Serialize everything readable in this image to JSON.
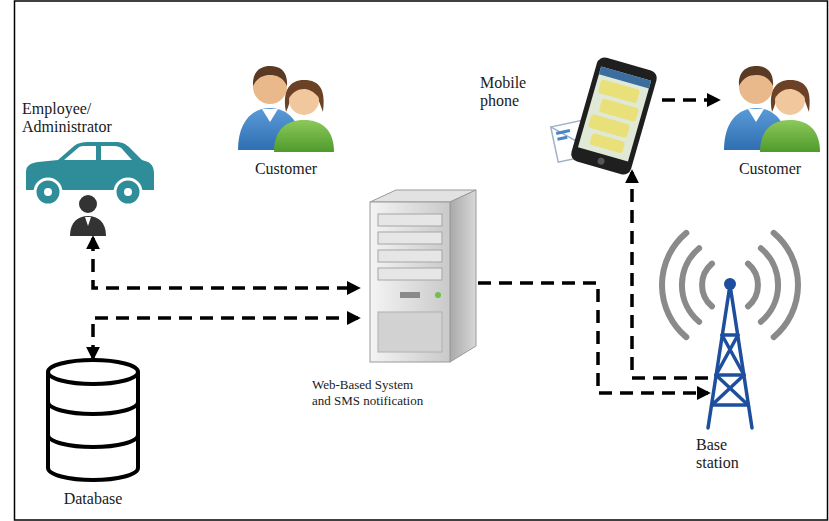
{
  "diagram": {
    "nodes": [
      {
        "text": [
          "Employee/ Administrator"
        ]
      },
      {
        "text": [
          "Customer"
        ]
      },
      {
        "text": [
          "Mobile phone"
        ]
      },
      {
        "text": [
          "Customer"
        ]
      },
      {
        "text": [
          "Web-Based System and SMS notification"
        ]
      },
      {
        "text": [
          "Base station"
        ]
      },
      {
        "text": [
          "Database"
        ]
      }
    ],
    "edges": [
      {
        "from": 0,
        "to": 4,
        "arrow": "both"
      },
      {
        "from": 6,
        "to": 4,
        "arrow": "both"
      },
      {
        "from": 4,
        "to": 5,
        "arrow": "to"
      },
      {
        "from": 5,
        "to": 2,
        "arrow": "to"
      },
      {
        "from": 2,
        "to": 3,
        "arrow": "to"
      }
    ]
  }
}
